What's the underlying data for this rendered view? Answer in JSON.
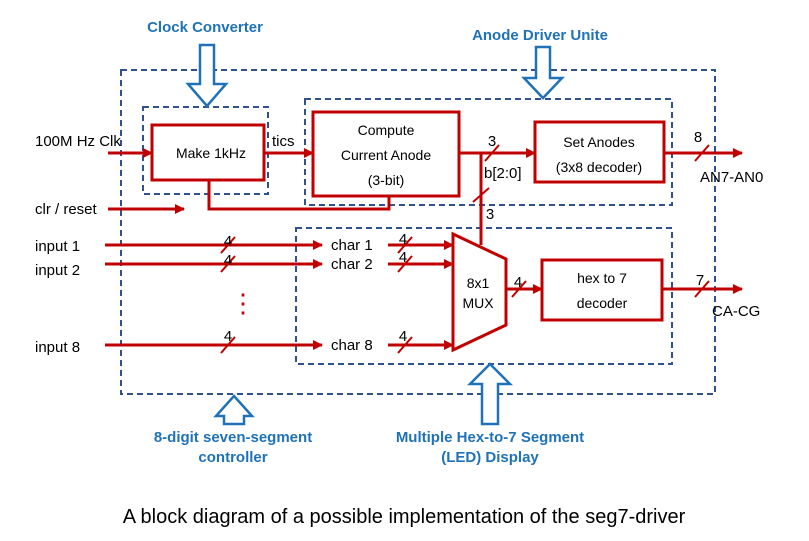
{
  "labels": {
    "clock_converter": "Clock Converter",
    "anode_driver": "Anode Driver Unite",
    "controller_line1": "8-digit seven-segment",
    "controller_line2": "controller",
    "hex_display_line1": "Multiple Hex-to-7 Segment",
    "hex_display_line2": "(LED) Display",
    "caption": "A block diagram of a possible implementation of the seg7-driver"
  },
  "blocks": {
    "make_1khz": "Make 1kHz",
    "compute_line1": "Compute",
    "compute_line2": "Current Anode",
    "compute_line3": "(3-bit)",
    "set_anodes_line1": "Set Anodes",
    "set_anodes_line2": "(3x8 decoder)",
    "mux_line1": "8x1",
    "mux_line2": "MUX",
    "hex7_line1": "hex to 7",
    "hex7_line2": "decoder"
  },
  "signals": {
    "clk": "100M Hz Clk",
    "clr": "clr / reset",
    "input1": "input 1",
    "input2": "input 2",
    "input8": "input 8",
    "tics": "tics",
    "char1": "char 1",
    "char2": "char 2",
    "char8": "char 8",
    "b_bus": "b[2:0]",
    "an_out": "AN7-AN0",
    "ca_out": "CA-CG"
  },
  "bus_widths": {
    "input1": "4",
    "input2": "4",
    "input8": "4",
    "char1": "4",
    "char2": "4",
    "char8": "4",
    "compute_out": "3",
    "b_down": "3",
    "anode_out": "8",
    "mux_out": "4",
    "seg_out": "7"
  },
  "ellipsis": "⋮",
  "colors": {
    "wire": "#c00000",
    "dashed": "#2f528f",
    "label_blue": "#1f72b8"
  }
}
